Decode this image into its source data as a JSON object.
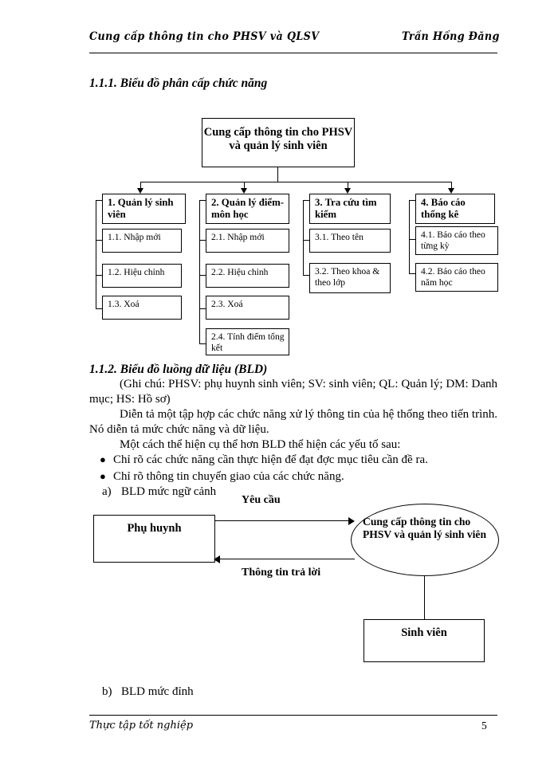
{
  "header": {
    "left": "Cung cấp thông tin cho PHSV và QLSV",
    "right": "Trần Hồng Đăng"
  },
  "section_1_1_1": {
    "heading": "1.1.1. Biểu đồ phân cấp chức năng",
    "chart": {
      "root": "Cung cấp thông tin cho PHSV và quản lý sinh viên",
      "branches": [
        {
          "label": "1. Quản lý sinh viên",
          "children": [
            "1.1. Nhập mới",
            "1.2. Hiệu chỉnh",
            "1.3. Xoá"
          ]
        },
        {
          "label": "2. Quản lý điểm- môn học",
          "children": [
            "2.1. Nhập mới",
            "2.2. Hiệu chỉnh",
            "2.3. Xoá",
            "2.4. Tính điểm tổng kết"
          ]
        },
        {
          "label": "3. Tra cứu tìm kiếm",
          "children": [
            "3.1. Theo tên",
            "3.2. Theo khoa & theo lớp"
          ]
        },
        {
          "label": "4. Báo cáo thống kê",
          "children": [
            "4.1. Báo cáo theo từng kỳ",
            "4.2. Báo cáo theo năm học"
          ]
        }
      ]
    }
  },
  "section_1_1_2": {
    "heading": "1.1.2. Biểu đồ luồng dữ liệu (BLD)",
    "note": "(Ghi chú: PHSV: phụ huynh sinh viên; SV: sinh viên; QL: Quản lý; DM: Danh mục; HS: Hồ sơ)",
    "para1": "Diễn tả một tập hợp các chức năng xử lý thông tin của hệ thống theo tiến trình. Nó diễn tả mức chức năng và dữ liệu.",
    "para2": "Một cách thể hiện cụ thể hơn BLD thể hiện các yếu tố sau:",
    "bullets": [
      "Chỉ rõ các chức năng cần thực hiện để đạt đợc  mục tiêu cần đề ra.",
      "Chỉ rõ thông tin chuyển giao của các chức năng."
    ],
    "item_a_letter": "a)",
    "item_a": "BLD mức ngữ cảnh",
    "item_b_letter": "b)",
    "item_b": "BLD mức đỉnh",
    "dfd": {
      "external_parent": "Phụ huynh",
      "process": "Cung cấp thông tin cho PHSV và quản lý sinh viên",
      "external_student": "Sinh viên",
      "flow_request": "Yêu cầu",
      "flow_response": "Thông tin trả lời"
    }
  },
  "footer": {
    "left": "Thực tập tốt nghiệp",
    "page": "5"
  }
}
